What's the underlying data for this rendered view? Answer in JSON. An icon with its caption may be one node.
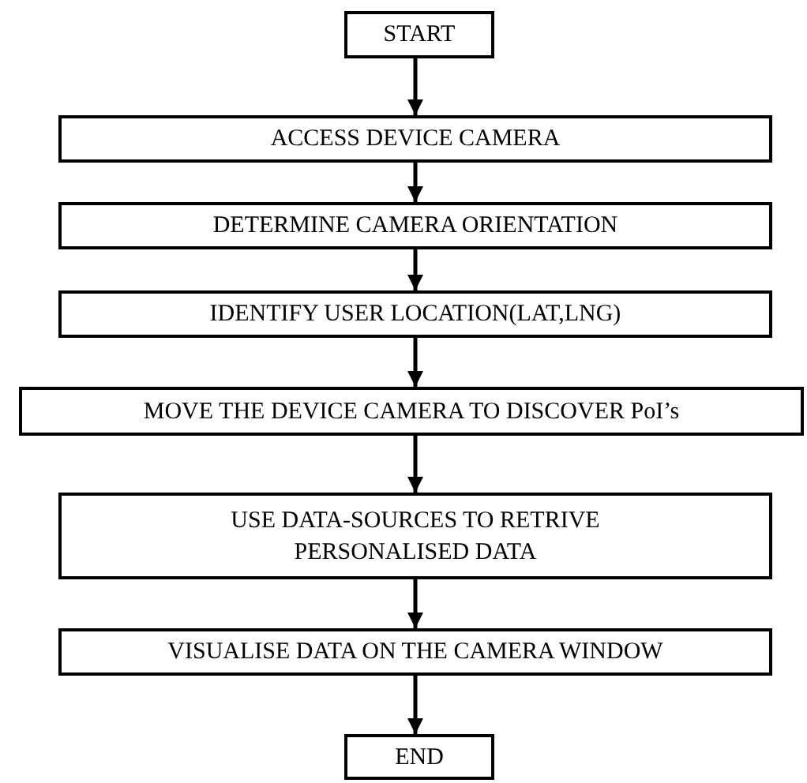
{
  "diagram": {
    "nodes": [
      {
        "text": [
          "START"
        ]
      },
      {
        "text": [
          "ACCESS DEVICE CAMERA"
        ]
      },
      {
        "text": [
          "DETERMINE CAMERA ORIENTATION"
        ]
      },
      {
        "text": [
          "IDENTIFY USER LOCATION(LAT,LNG)"
        ]
      },
      {
        "text": [
          "MOVE THE DEVICE CAMERA TO DISCOVER PoI’s"
        ]
      },
      {
        "text": [
          "USE DATA-SOURCES TO RETRIVE PERSONALISED DATA"
        ]
      },
      {
        "text": [
          "VISUALISE DATA ON THE CAMERA WINDOW"
        ]
      },
      {
        "text": [
          "END"
        ]
      }
    ],
    "edges": [
      {
        "from": 0,
        "to": 1,
        "arrow": "to"
      },
      {
        "from": 1,
        "to": 2,
        "arrow": "to"
      },
      {
        "from": 2,
        "to": 3,
        "arrow": "to"
      },
      {
        "from": 3,
        "to": 4,
        "arrow": "to"
      },
      {
        "from": 4,
        "to": 5,
        "arrow": "to"
      },
      {
        "from": 5,
        "to": 6,
        "arrow": "to"
      },
      {
        "from": 6,
        "to": 7,
        "arrow": "to"
      }
    ]
  }
}
